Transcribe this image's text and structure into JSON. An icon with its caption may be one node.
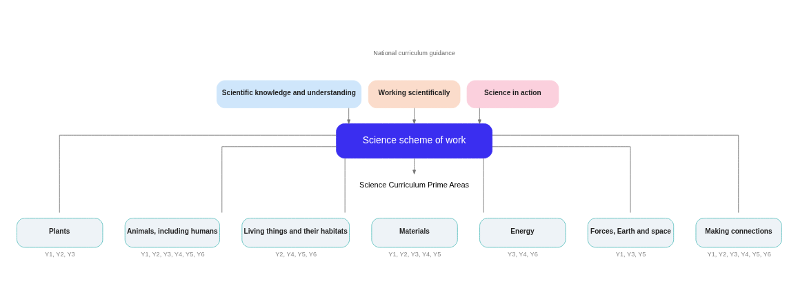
{
  "diagram": {
    "nodes": [
      {
        "text": [
          "Scientific knowledge and understanding"
        ]
      },
      {
        "text": [
          "Working scientifically"
        ]
      },
      {
        "text": [
          "Science in action"
        ]
      },
      {
        "text": [
          "Science scheme of work"
        ]
      },
      {
        "text": [
          "Science Curriculum Prime Areas"
        ]
      },
      {
        "text": [
          "Plants"
        ],
        "beside": [
          "Y1, Y2, Y3"
        ]
      },
      {
        "text": [
          "Animals, including humans"
        ],
        "beside": [
          "Y1, Y2, Y3, Y4, Y5, Y6"
        ]
      },
      {
        "text": [
          "Living things and their habitats"
        ],
        "beside": [
          "Y2, Y4, Y5, Y6"
        ]
      },
      {
        "text": [
          "Materials"
        ],
        "beside": [
          "Y1, Y2, Y3, Y4, Y5"
        ]
      },
      {
        "text": [
          "Energy"
        ],
        "beside": [
          "Y3, Y4, Y6"
        ]
      },
      {
        "text": [
          "Forces, Earth and space"
        ],
        "beside": [
          "Y1, Y3, Y5"
        ]
      },
      {
        "text": [
          "Making connections"
        ],
        "beside": [
          "Y1, Y2, Y3, Y4, Y5, Y6"
        ]
      }
    ],
    "edges": [
      {
        "from": 0,
        "to": 3,
        "arrow": "to"
      },
      {
        "from": 1,
        "to": 3,
        "arrow": "to"
      },
      {
        "from": 2,
        "to": 3,
        "arrow": "to"
      },
      {
        "from": 3,
        "to": 4,
        "arrow": "to"
      },
      {
        "from": 3,
        "to": 5,
        "arrow": "none"
      },
      {
        "from": 3,
        "to": 6,
        "arrow": "none"
      },
      {
        "from": 3,
        "to": 7,
        "arrow": "none"
      },
      {
        "from": 3,
        "to": 9,
        "arrow": "none"
      },
      {
        "from": 3,
        "to": 10,
        "arrow": "none"
      },
      {
        "from": 3,
        "to": 11,
        "arrow": "none"
      }
    ],
    "labels": [
      "National curriculum guidance"
    ]
  }
}
